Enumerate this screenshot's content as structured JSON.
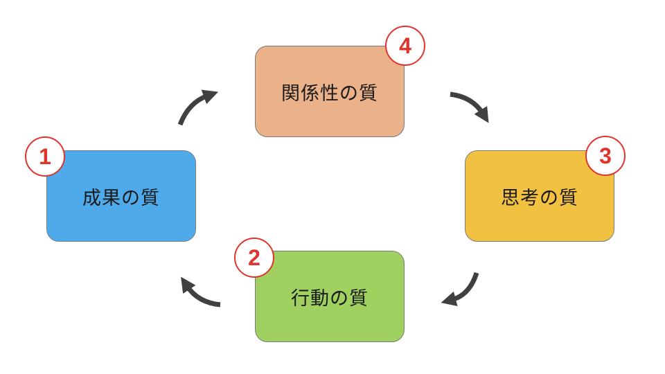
{
  "stages": [
    {
      "number": "1",
      "label": "成果の質",
      "color": "#4eaaea"
    },
    {
      "number": "2",
      "label": "行動の質",
      "color": "#9fd060"
    },
    {
      "number": "3",
      "label": "思考の質",
      "color": "#f3c142"
    },
    {
      "number": "4",
      "label": "関係性の質",
      "color": "#ebb189"
    }
  ],
  "colors": {
    "badge_accent": "#e0332c",
    "arrow": "#404040"
  }
}
